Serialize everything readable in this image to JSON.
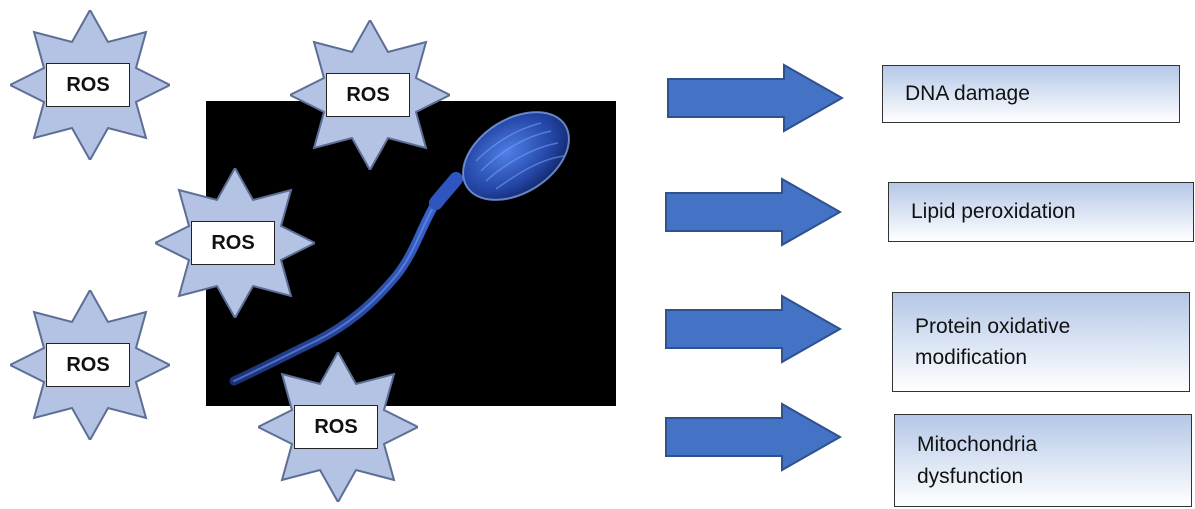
{
  "ros_label": "ROS",
  "effects": [
    {
      "text": "DNA damage"
    },
    {
      "text": "Lipid peroxidation"
    },
    {
      "text": "Protein oxidative modification"
    },
    {
      "text": "Mitochondria dysfunction"
    }
  ],
  "colors": {
    "star_fill": "#b4c3e3",
    "star_edge": "#5c6e96",
    "arrow": "#4472c4",
    "background_photo": "#000000",
    "sperm": "#2446a6"
  },
  "icons": {
    "ros": "eight-point-star-icon",
    "arrow": "right-arrow-icon",
    "cell": "sperm-cell-icon"
  }
}
